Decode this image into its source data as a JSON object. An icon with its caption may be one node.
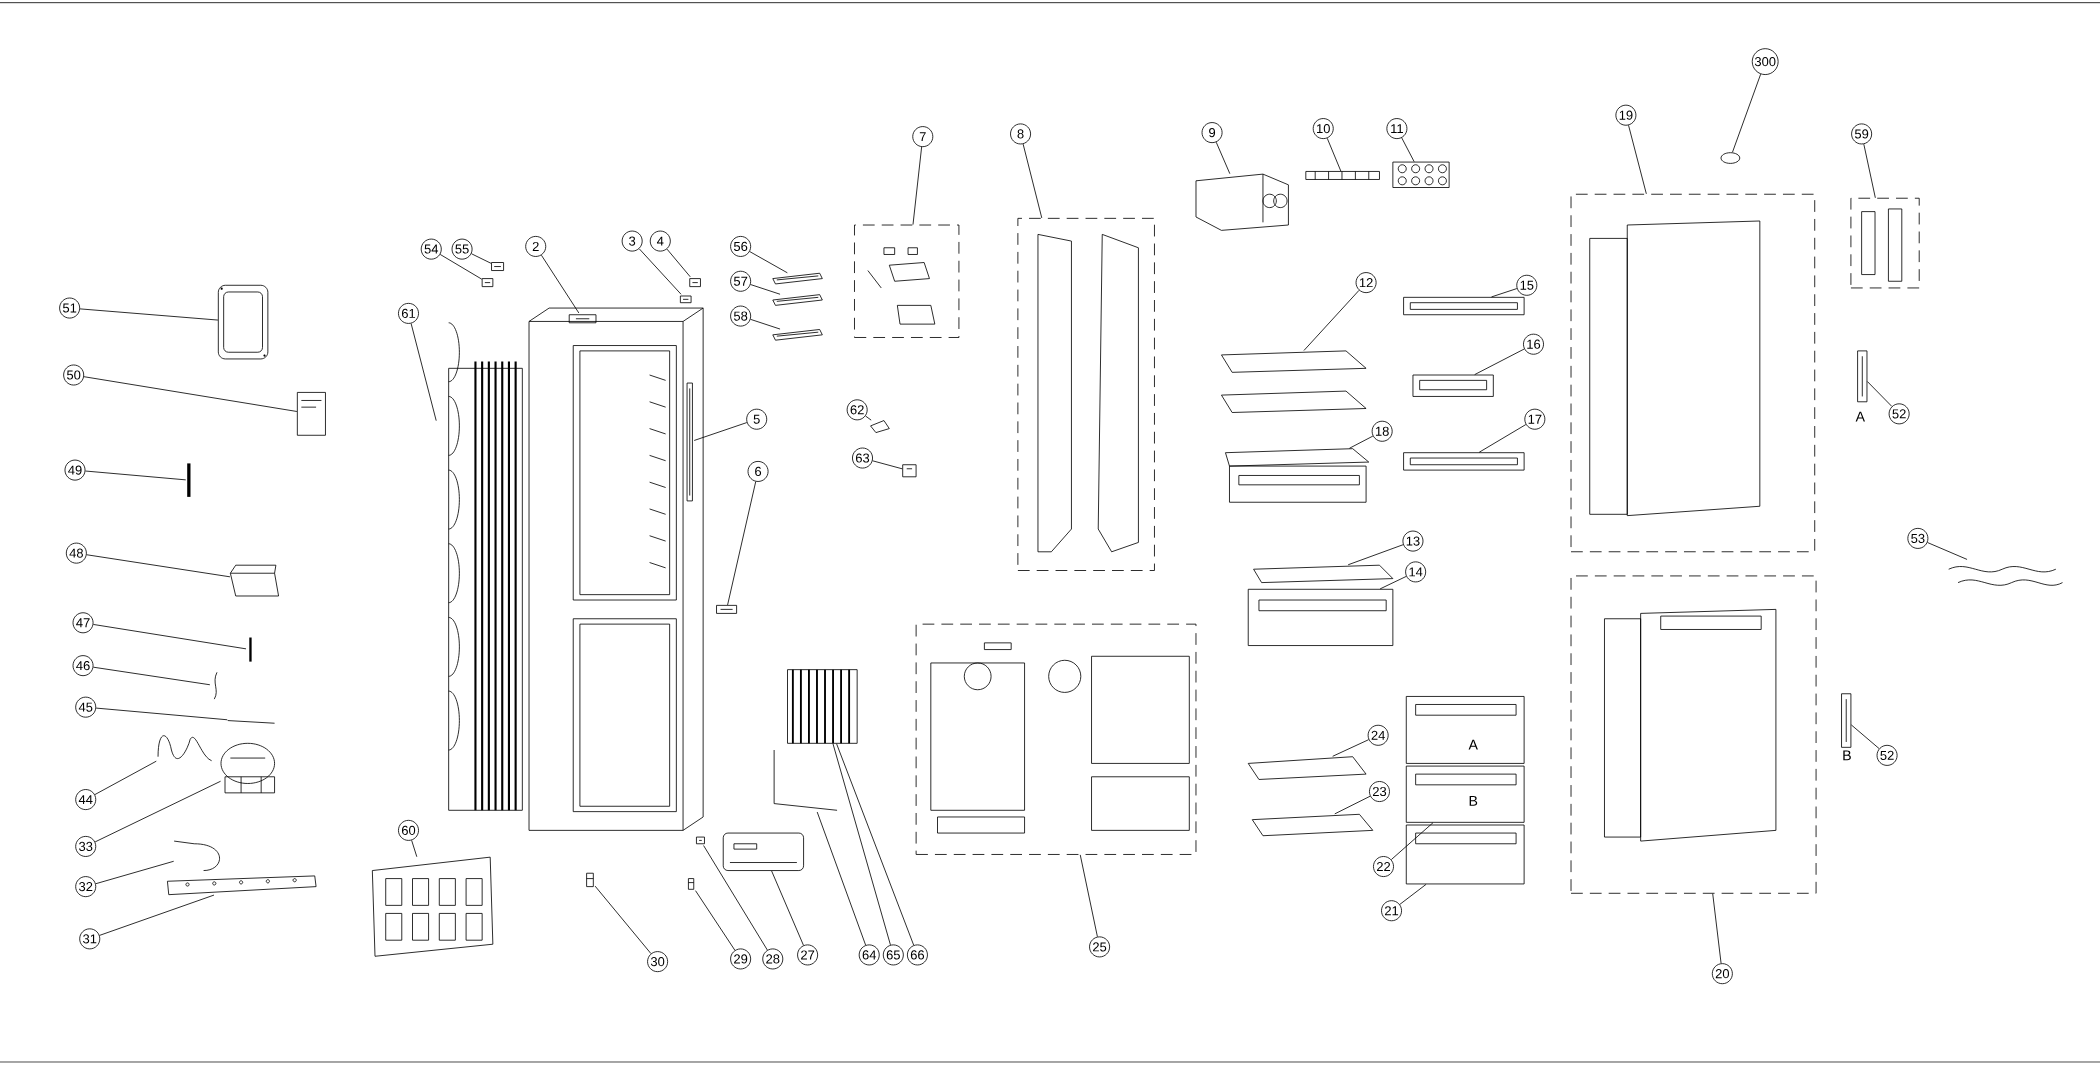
{
  "diagram": {
    "nodes": [
      {
        "text": [
          "51"
        ]
      },
      {
        "text": [
          "50"
        ]
      },
      {
        "text": [
          "49"
        ]
      },
      {
        "text": [
          "48"
        ]
      },
      {
        "text": [
          "47"
        ]
      },
      {
        "text": [
          "46"
        ]
      },
      {
        "text": [
          "45"
        ]
      },
      {
        "text": [
          "44"
        ]
      },
      {
        "text": [
          "33"
        ]
      },
      {
        "text": [
          "32"
        ]
      },
      {
        "text": [
          "31"
        ]
      },
      {
        "text": [
          "61"
        ]
      },
      {
        "text": [
          "60"
        ]
      },
      {
        "text": [
          "54"
        ]
      },
      {
        "text": [
          "55"
        ]
      },
      {
        "text": [
          "2"
        ]
      },
      {
        "text": [
          "3"
        ]
      },
      {
        "text": [
          "4"
        ]
      },
      {
        "text": [
          "5"
        ]
      },
      {
        "text": [
          "6"
        ]
      },
      {
        "text": [
          "30"
        ]
      },
      {
        "text": [
          "29"
        ]
      },
      {
        "text": [
          "28"
        ]
      },
      {
        "text": [
          "27"
        ]
      },
      {
        "text": [
          "56"
        ]
      },
      {
        "text": [
          "57"
        ]
      },
      {
        "text": [
          "58"
        ]
      },
      {
        "text": [
          "7"
        ]
      },
      {
        "text": [
          "62"
        ]
      },
      {
        "text": [
          "63"
        ]
      },
      {
        "text": [
          "64"
        ]
      },
      {
        "text": [
          "65"
        ]
      },
      {
        "text": [
          "66"
        ]
      },
      {
        "text": [
          "8"
        ]
      },
      {
        "text": [
          "25"
        ]
      },
      {
        "text": [
          "9"
        ]
      },
      {
        "text": [
          "10"
        ]
      },
      {
        "text": [
          "11"
        ]
      },
      {
        "text": [
          "12"
        ]
      },
      {
        "text": [
          "15"
        ]
      },
      {
        "text": [
          "16"
        ]
      },
      {
        "text": [
          "17"
        ]
      },
      {
        "text": [
          "18"
        ]
      },
      {
        "text": [
          "13"
        ]
      },
      {
        "text": [
          "14"
        ]
      },
      {
        "text": [
          "24"
        ]
      },
      {
        "text": [
          "23"
        ]
      },
      {
        "text": [
          "22"
        ]
      },
      {
        "text": [
          "21"
        ]
      },
      {
        "text": [
          "300"
        ]
      },
      {
        "text": [
          "19"
        ]
      },
      {
        "text": [
          "20"
        ]
      },
      {
        "text": [
          "59"
        ]
      },
      {
        "text": [
          "52"
        ]
      },
      {
        "text": [
          "52"
        ]
      },
      {
        "text": [
          "53"
        ]
      },
      {
        "text": [],
        "shape": "box"
      },
      {
        "text": [],
        "shape": "box"
      },
      {
        "text": [],
        "shape": "box"
      },
      {
        "text": [],
        "shape": "box"
      },
      {
        "text": [],
        "shape": "box"
      },
      {
        "text": [],
        "shape": "box"
      },
      {
        "text": [],
        "shape": "picture"
      },
      {
        "text": [],
        "shape": "picture"
      },
      {
        "text": [],
        "shape": "picture"
      },
      {
        "text": [],
        "shape": "picture"
      },
      {
        "text": [],
        "shape": "picture"
      },
      {
        "text": [],
        "shape": "picture"
      },
      {
        "text": [],
        "shape": "picture"
      },
      {
        "text": [],
        "shape": "picture"
      },
      {
        "text": [],
        "shape": "picture"
      },
      {
        "text": [],
        "shape": "picture"
      },
      {
        "text": [],
        "shape": "picture"
      },
      {
        "text": [],
        "shape": "picture"
      },
      {
        "text": [],
        "shape": "picture"
      },
      {
        "text": [],
        "shape": "picture"
      },
      {
        "text": [],
        "shape": "picture"
      },
      {
        "text": [],
        "shape": "picture"
      },
      {
        "text": [],
        "shape": "picture"
      },
      {
        "text": [],
        "shape": "picture"
      },
      {
        "text": [],
        "shape": "picture"
      },
      {
        "text": [],
        "shape": "picture"
      },
      {
        "text": [],
        "shape": "picture"
      },
      {
        "text": [],
        "shape": "picture"
      },
      {
        "text": [],
        "shape": "picture"
      },
      {
        "text": [],
        "shape": "picture"
      },
      {
        "text": [],
        "shape": "picture"
      },
      {
        "text": [],
        "shape": "picture"
      },
      {
        "text": [],
        "shape": "picture"
      },
      {
        "text": [],
        "shape": "picture"
      },
      {
        "text": [],
        "shape": "picture"
      },
      {
        "text": [],
        "shape": "picture"
      },
      {
        "text": [],
        "shape": "picture"
      },
      {
        "text": [],
        "shape": "picture"
      },
      {
        "text": [],
        "shape": "picture"
      },
      {
        "text": [],
        "shape": "picture"
      },
      {
        "text": [],
        "shape": "picture"
      },
      {
        "text": [],
        "shape": "picture"
      },
      {
        "text": [],
        "shape": "picture"
      },
      {
        "text": [],
        "shape": "picture"
      },
      {
        "text": [],
        "shape": "picture"
      },
      {
        "text": [],
        "shape": "picture"
      },
      {
        "text": [],
        "shape": "picture"
      },
      {
        "text": [],
        "shape": "picture"
      },
      {
        "text": [],
        "shape": "picture"
      },
      {
        "text": [],
        "shape": "picture"
      },
      {
        "text": [],
        "shape": "picture"
      },
      {
        "text": [],
        "shape": "circle"
      },
      {
        "text": [],
        "shape": "picture"
      },
      {
        "text": [],
        "shape": "picture"
      },
      {
        "text": [],
        "shape": "picture"
      }
    ],
    "edges": [
      {
        "from": 0,
        "to": 62,
        "arrow": "none"
      },
      {
        "from": 1,
        "to": 63,
        "arrow": "none"
      },
      {
        "from": 2,
        "to": 64,
        "arrow": "none"
      },
      {
        "from": 3,
        "to": 65,
        "arrow": "none"
      },
      {
        "from": 4,
        "to": 66,
        "arrow": "none"
      },
      {
        "from": 5,
        "to": 67,
        "arrow": "none"
      },
      {
        "from": 6,
        "to": 68,
        "arrow": "none"
      },
      {
        "from": 7,
        "to": 69,
        "arrow": "none"
      },
      {
        "from": 8,
        "to": 70,
        "arrow": "none"
      },
      {
        "from": 9,
        "to": 71,
        "arrow": "none"
      },
      {
        "from": 10,
        "to": 72,
        "arrow": "none"
      },
      {
        "from": 11,
        "to": 73,
        "arrow": "none"
      },
      {
        "from": 12,
        "to": 74,
        "arrow": "none"
      },
      {
        "from": 13,
        "to": 75,
        "arrow": "none"
      },
      {
        "from": 14,
        "to": 76,
        "arrow": "none"
      },
      {
        "from": 15,
        "to": 77,
        "arrow": "none"
      },
      {
        "from": 16,
        "to": 78,
        "arrow": "none"
      },
      {
        "from": 17,
        "to": 79,
        "arrow": "none"
      },
      {
        "from": 18,
        "to": 80,
        "arrow": "none"
      },
      {
        "from": 19,
        "to": 81,
        "arrow": "none"
      },
      {
        "from": 20,
        "to": 82,
        "arrow": "none"
      },
      {
        "from": 21,
        "to": 83,
        "arrow": "none"
      },
      {
        "from": 22,
        "to": 84,
        "arrow": "none"
      },
      {
        "from": 23,
        "to": 85,
        "arrow": "none"
      },
      {
        "from": 24,
        "to": 86,
        "arrow": "none"
      },
      {
        "from": 25,
        "to": 87,
        "arrow": "none"
      },
      {
        "from": 26,
        "to": 88,
        "arrow": "none"
      },
      {
        "from": 27,
        "to": 56,
        "arrow": "none"
      },
      {
        "from": 28,
        "to": 89,
        "arrow": "none"
      },
      {
        "from": 29,
        "to": 90,
        "arrow": "none"
      },
      {
        "from": 30,
        "to": 91,
        "arrow": "none"
      },
      {
        "from": 31,
        "to": 92,
        "arrow": "none"
      },
      {
        "from": 32,
        "to": 92,
        "arrow": "none"
      },
      {
        "from": 33,
        "to": 57,
        "arrow": "none"
      },
      {
        "from": 34,
        "to": 58,
        "arrow": "none"
      },
      {
        "from": 35,
        "to": 93,
        "arrow": "none"
      },
      {
        "from": 36,
        "to": 94,
        "arrow": "none"
      },
      {
        "from": 37,
        "to": 95,
        "arrow": "none"
      },
      {
        "from": 38,
        "to": 96,
        "arrow": "none"
      },
      {
        "from": 39,
        "to": 97,
        "arrow": "none"
      },
      {
        "from": 40,
        "to": 98,
        "arrow": "none"
      },
      {
        "from": 41,
        "to": 99,
        "arrow": "none"
      },
      {
        "from": 42,
        "to": 100,
        "arrow": "none"
      },
      {
        "from": 43,
        "to": 101,
        "arrow": "none"
      },
      {
        "from": 44,
        "to": 102,
        "arrow": "none"
      },
      {
        "from": 45,
        "to": 103,
        "arrow": "none"
      },
      {
        "from": 46,
        "to": 104,
        "arrow": "none"
      },
      {
        "from": 47,
        "to": 105,
        "arrow": "none"
      },
      {
        "from": 48,
        "to": 106,
        "arrow": "none"
      },
      {
        "from": 49,
        "to": 107,
        "arrow": "none"
      },
      {
        "from": 50,
        "to": 59,
        "arrow": "none"
      },
      {
        "from": 51,
        "to": 60,
        "arrow": "none"
      },
      {
        "from": 52,
        "to": 61,
        "arrow": "none"
      },
      {
        "from": 53,
        "to": 108,
        "arrow": "none"
      },
      {
        "from": 54,
        "to": 109,
        "arrow": "none"
      },
      {
        "from": 55,
        "to": 110,
        "arrow": "none"
      }
    ],
    "labels": [
      "A",
      "A",
      "B",
      "B"
    ]
  }
}
